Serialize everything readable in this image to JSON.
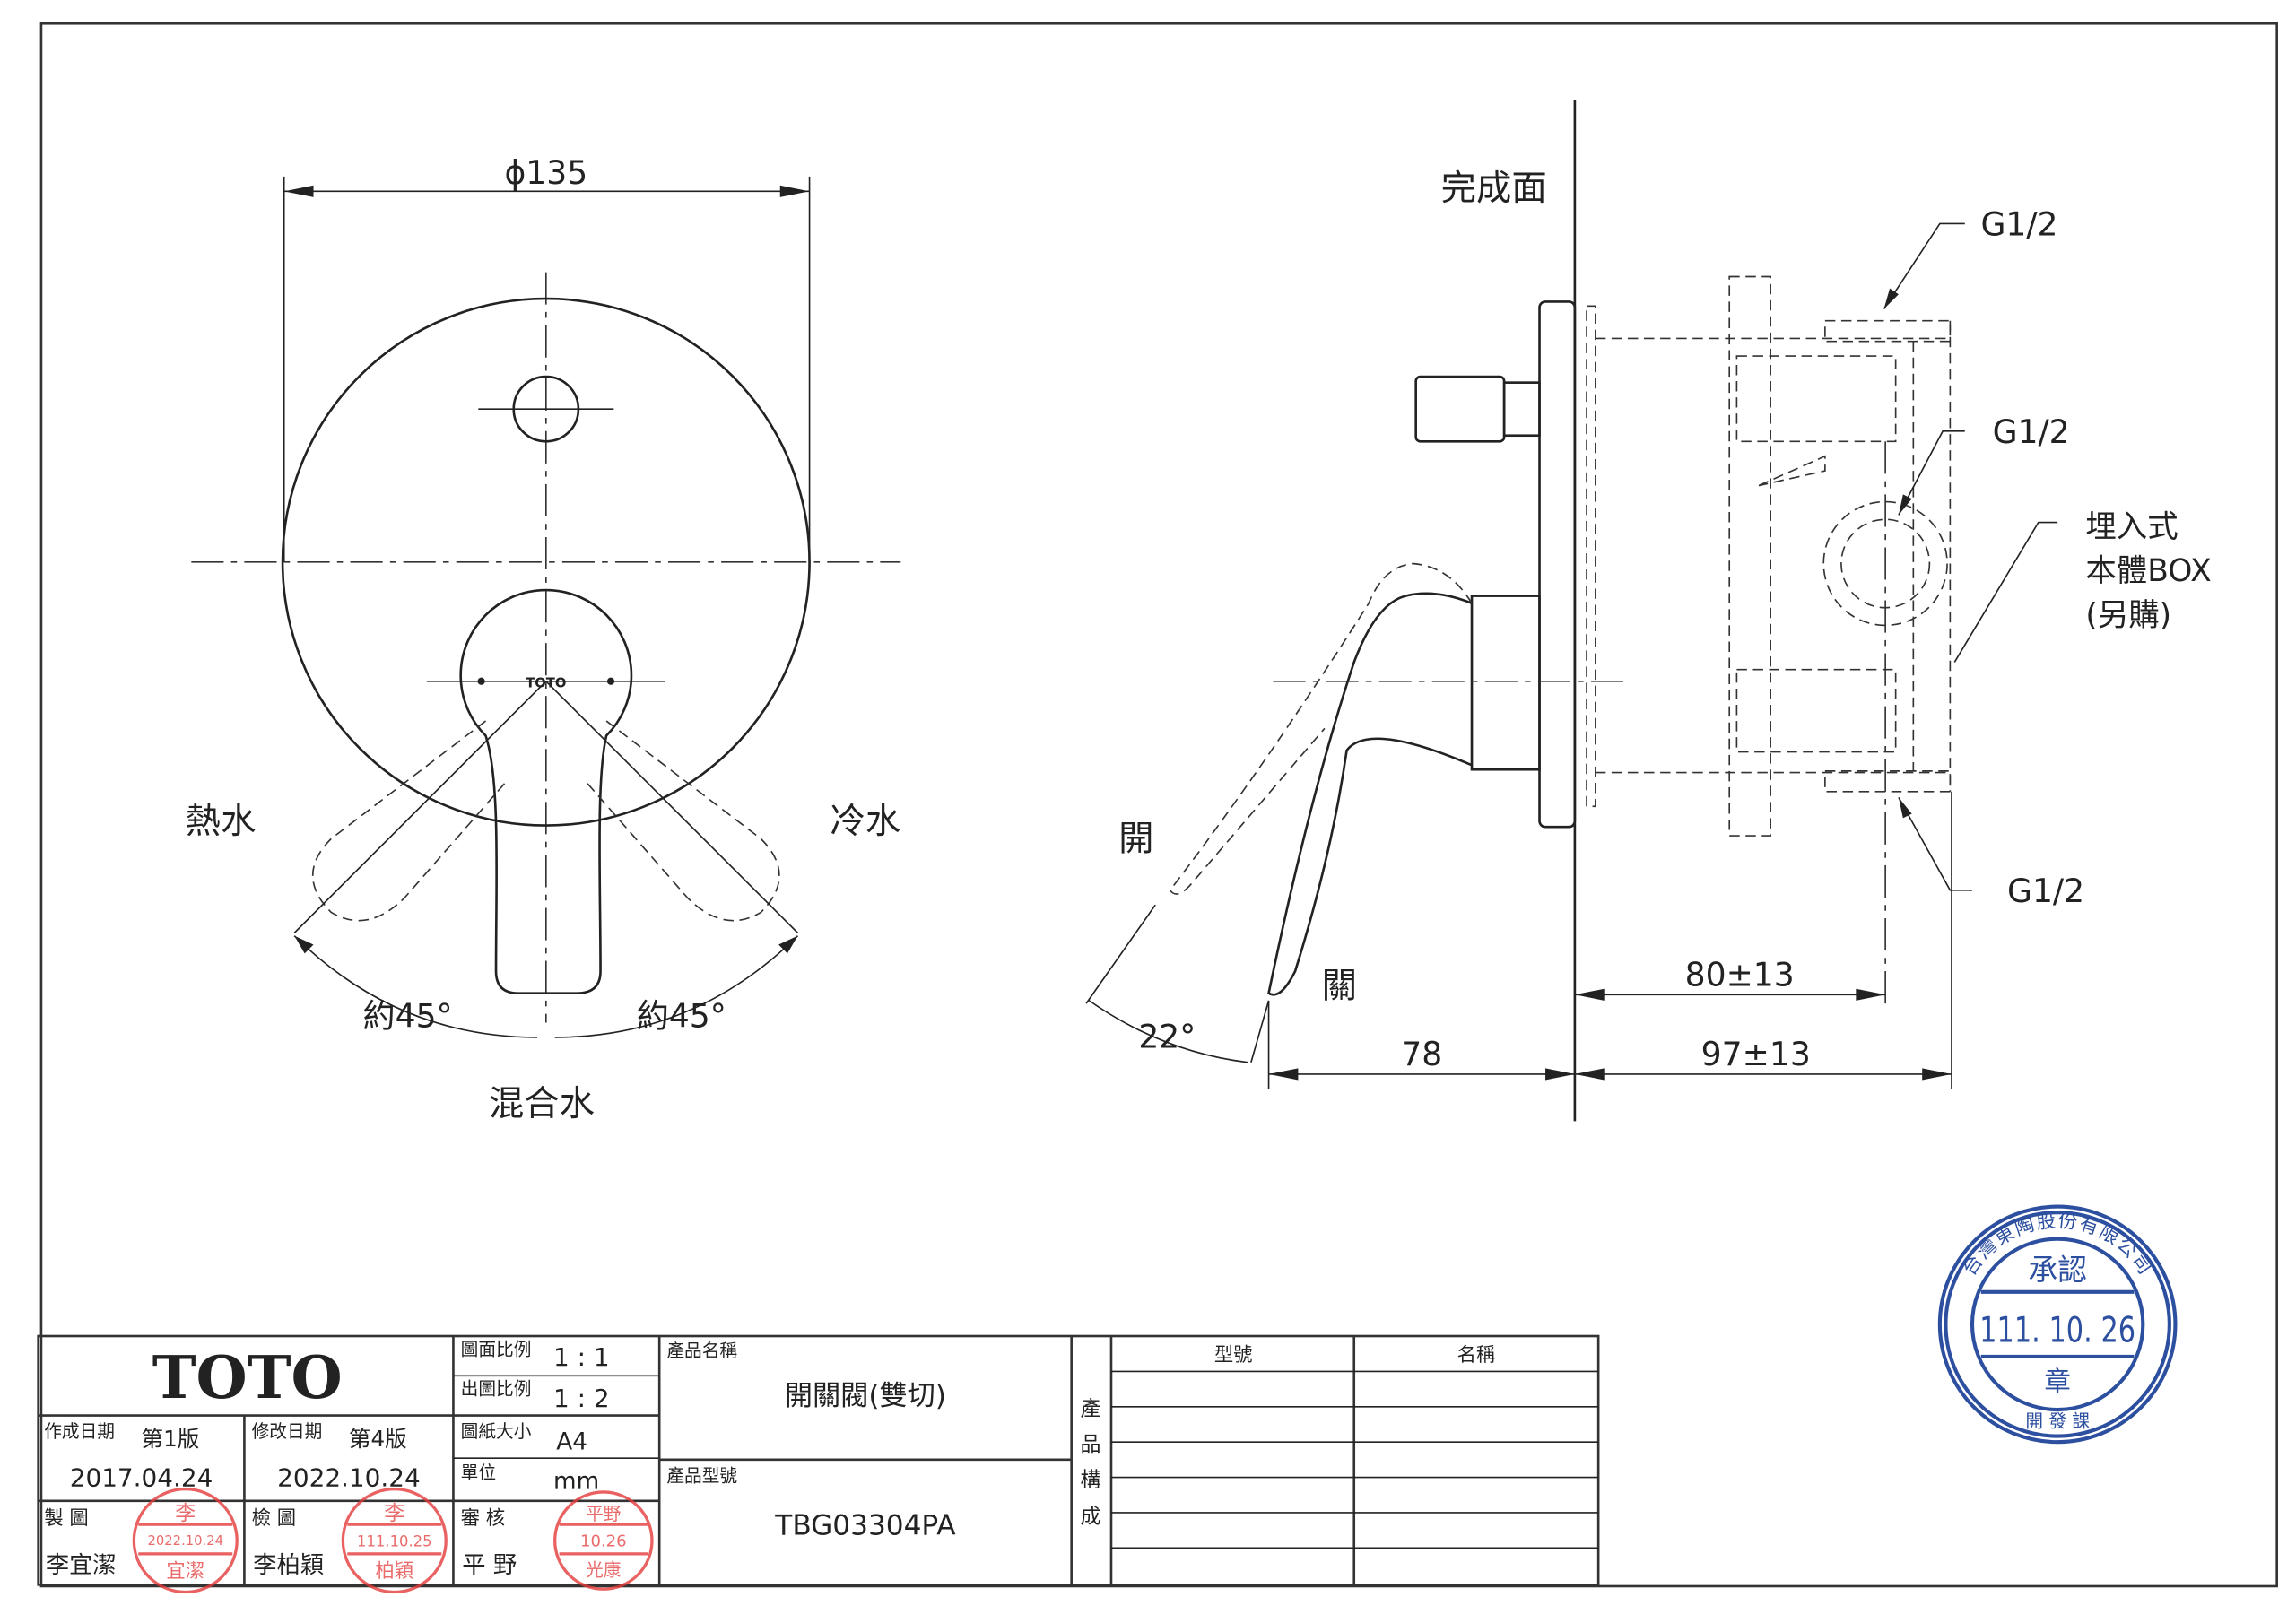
{
  "front_view": {
    "diameter_label": "ϕ135",
    "hot_label": "熱水",
    "cold_label": "冷水",
    "angle_left": "約45°",
    "angle_right": "約45°",
    "mixed_label": "混合水",
    "handle_logo": "TOTO"
  },
  "side_view": {
    "finish_surface_label": "完成面",
    "open_label": "開",
    "close_label": "關",
    "angle_label": "22°",
    "dim_78": "78",
    "dim_80": "80±13",
    "dim_97": "97±13",
    "g_top": "G1/2",
    "g_mid": "G1/2",
    "g_bottom": "G1/2",
    "box_note_1": "埋入式",
    "box_note_2": "本體BOX",
    "box_note_3": "(另購)"
  },
  "title_block": {
    "logo": "TOTO",
    "drawing_scale_label": "圖面比例",
    "drawing_scale": "1 : 1",
    "print_scale_label": "出圖比例",
    "print_scale": "1 : 2",
    "paper_size_label": "圖紙大小",
    "paper_size": "A4",
    "unit_label": "單位",
    "unit": "mm",
    "created_label": "作成日期",
    "created_version": "第1版",
    "created_date": "2017.04.24",
    "modified_label": "修改日期",
    "modified_version": "第4版",
    "modified_date": "2022.10.24",
    "drawn_label": "製  圖",
    "drawn_by": "李宜潔",
    "checked_label": "檢  圖",
    "checked_by": "李柏穎",
    "reviewed_label": "審  核",
    "reviewed_by": "平  野",
    "product_name_label": "產品名稱",
    "product_name": "開關閥(雙切)",
    "product_model_label": "產品型號",
    "product_model": "TBG03304PA",
    "composition_label": [
      "產",
      "品",
      "構",
      "成"
    ],
    "table_headers": [
      "型號",
      "名稱"
    ]
  },
  "stamps": {
    "drawn_stamp": {
      "top": "李",
      "date": "2022.10.24",
      "bottom": "宜潔"
    },
    "checked_stamp": {
      "top": "李",
      "date": "111.10.25",
      "bottom": "柏穎"
    },
    "reviewed_stamp": {
      "top": "平野",
      "date": "10.26",
      "bottom": "光康"
    },
    "approval_stamp": {
      "company": "台灣東陶股份有限公司",
      "title": "承認",
      "date": "111. 10. 26",
      "seal": "章",
      "dept": "開 發 課"
    }
  },
  "colors": {
    "line": "#222222",
    "red_stamp": "#e43a3a",
    "blue_stamp": "#2d4fa0"
  }
}
